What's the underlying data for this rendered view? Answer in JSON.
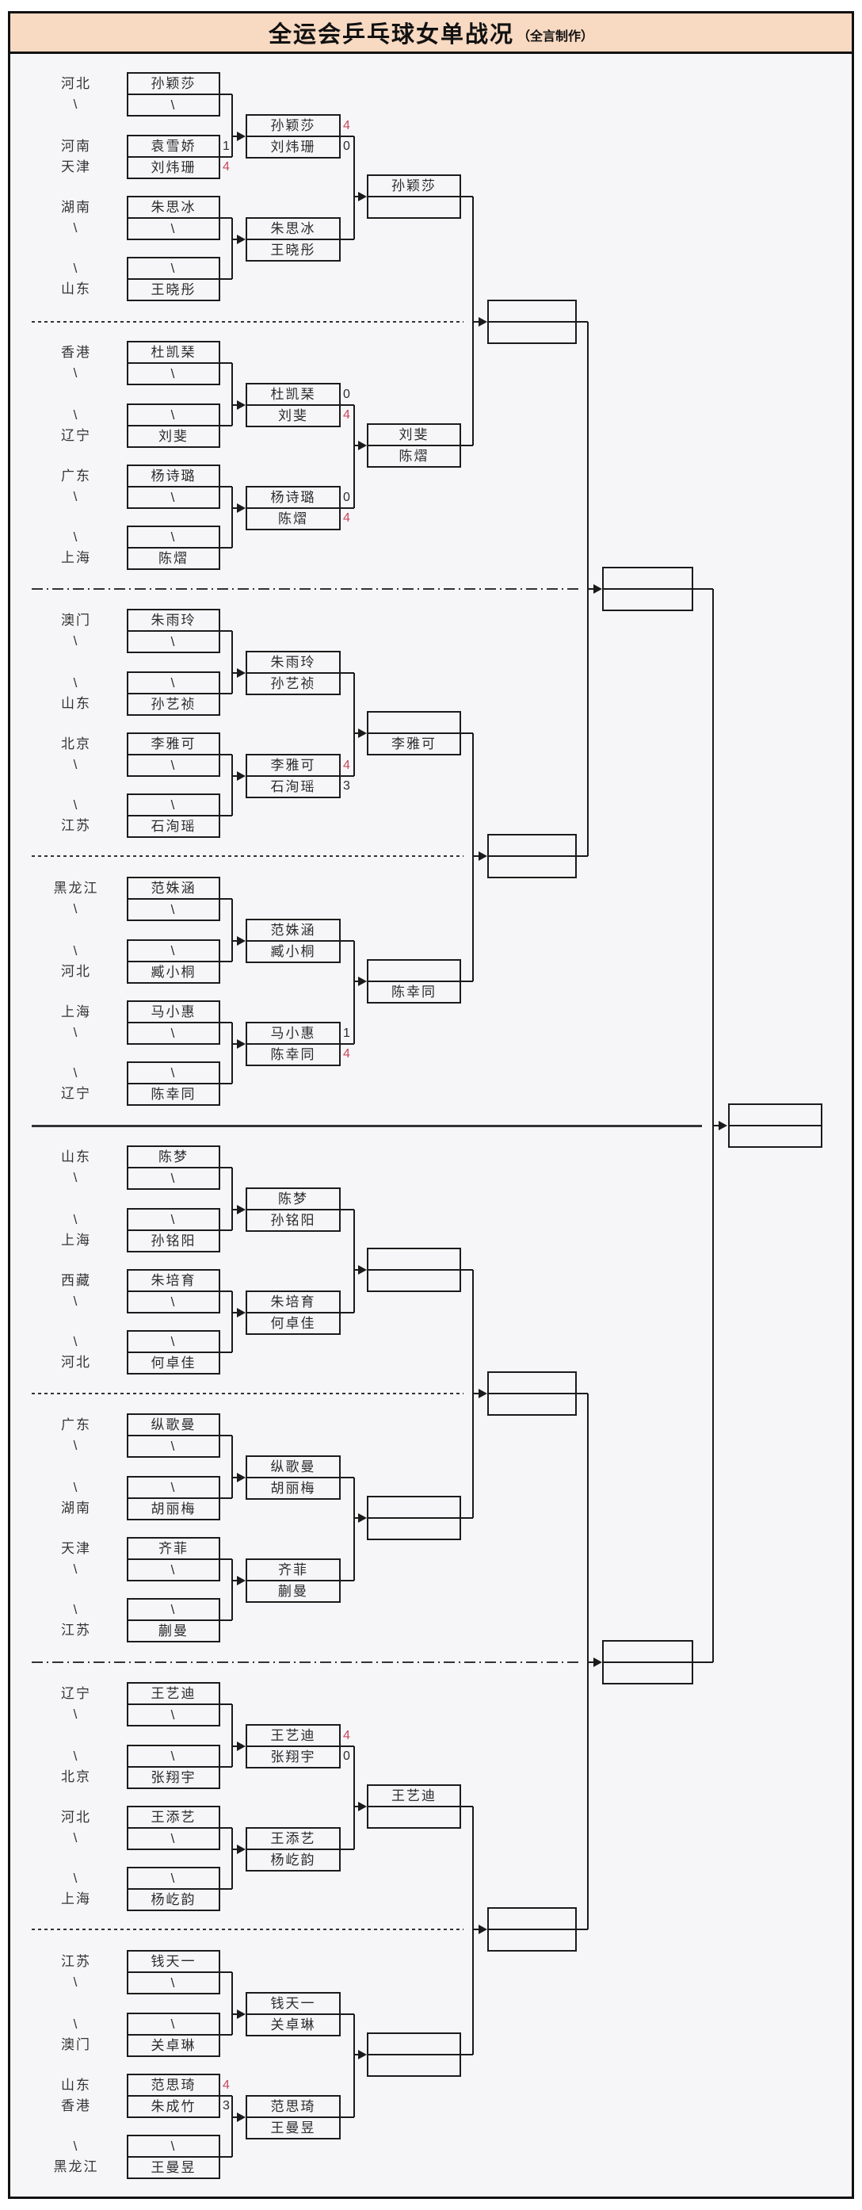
{
  "title": {
    "main": "全运会乒乓球女单战况",
    "credit": "（全言制作）"
  },
  "colors": {
    "title_bg": "#f8d9c2",
    "page_bg": "#f6f6f8",
    "line": "#1b1b1b",
    "score_win_red": "#c9485e",
    "score_normal": "#2b2b2b"
  },
  "groups": [
    {
      "labels": [
        "河北",
        "\\",
        "河南",
        "天津",
        "湖南",
        "\\",
        "\\",
        "山东"
      ],
      "round1_boxes": [
        {
          "cells": [
            "孙颖莎",
            "\\"
          ]
        },
        {
          "cells": [
            "袁雪娇",
            "刘炜珊"
          ],
          "scores": [
            "1",
            "4"
          ],
          "red": [
            false,
            true
          ]
        },
        {
          "cells": [
            "朱思冰",
            "\\"
          ]
        },
        {
          "cells": [
            "\\",
            "王晓彤"
          ]
        }
      ],
      "round2_boxes": [
        {
          "cells": [
            "孙颖莎",
            "刘炜珊"
          ],
          "scores": [
            "4",
            "0"
          ],
          "red": [
            true,
            false
          ]
        },
        {
          "cells": [
            "朱思冰",
            "王晓彤"
          ]
        }
      ],
      "round3_box": {
        "cells": [
          "孙颖莎",
          ""
        ]
      }
    },
    {
      "labels": [
        "香港",
        "\\",
        "\\",
        "辽宁",
        "广东",
        "\\",
        "\\",
        "上海"
      ],
      "round1_boxes": [
        {
          "cells": [
            "杜凯琹",
            "\\"
          ]
        },
        {
          "cells": [
            "\\",
            "刘斐"
          ]
        },
        {
          "cells": [
            "杨诗璐",
            "\\"
          ]
        },
        {
          "cells": [
            "\\",
            "陈熠"
          ]
        }
      ],
      "round2_boxes": [
        {
          "cells": [
            "杜凯琹",
            "刘斐"
          ],
          "scores": [
            "0",
            "4"
          ],
          "red": [
            false,
            true
          ]
        },
        {
          "cells": [
            "杨诗璐",
            "陈熠"
          ],
          "scores": [
            "0",
            "4"
          ],
          "red": [
            false,
            true
          ]
        }
      ],
      "round3_box": {
        "cells": [
          "刘斐",
          "陈熠"
        ]
      }
    },
    {
      "labels": [
        "澳门",
        "\\",
        "\\",
        "山东",
        "北京",
        "\\",
        "\\",
        "江苏"
      ],
      "round1_boxes": [
        {
          "cells": [
            "朱雨玲",
            "\\"
          ]
        },
        {
          "cells": [
            "\\",
            "孙艺祯"
          ]
        },
        {
          "cells": [
            "李雅可",
            "\\"
          ]
        },
        {
          "cells": [
            "\\",
            "石洵瑶"
          ]
        }
      ],
      "round2_boxes": [
        {
          "cells": [
            "朱雨玲",
            "孙艺祯"
          ]
        },
        {
          "cells": [
            "李雅可",
            "石洵瑶"
          ],
          "scores": [
            "4",
            "3"
          ],
          "red": [
            true,
            false
          ]
        }
      ],
      "round3_box": {
        "cells": [
          "",
          "李雅可"
        ]
      }
    },
    {
      "labels": [
        "黑龙江",
        "\\",
        "\\",
        "河北",
        "上海",
        "\\",
        "\\",
        "辽宁"
      ],
      "round1_boxes": [
        {
          "cells": [
            "范姝涵",
            "\\"
          ]
        },
        {
          "cells": [
            "\\",
            "臧小桐"
          ]
        },
        {
          "cells": [
            "马小惠",
            "\\"
          ]
        },
        {
          "cells": [
            "\\",
            "陈幸同"
          ]
        }
      ],
      "round2_boxes": [
        {
          "cells": [
            "范姝涵",
            "臧小桐"
          ]
        },
        {
          "cells": [
            "马小惠",
            "陈幸同"
          ],
          "scores": [
            "1",
            "4"
          ],
          "red": [
            false,
            true
          ]
        }
      ],
      "round3_box": {
        "cells": [
          "",
          "陈幸同"
        ]
      }
    },
    {
      "labels": [
        "山东",
        "\\",
        "\\",
        "上海",
        "西藏",
        "\\",
        "\\",
        "河北"
      ],
      "round1_boxes": [
        {
          "cells": [
            "陈梦",
            "\\"
          ]
        },
        {
          "cells": [
            "\\",
            "孙铭阳"
          ]
        },
        {
          "cells": [
            "朱培育",
            "\\"
          ]
        },
        {
          "cells": [
            "\\",
            "何卓佳"
          ]
        }
      ],
      "round2_boxes": [
        {
          "cells": [
            "陈梦",
            "孙铭阳"
          ]
        },
        {
          "cells": [
            "朱培育",
            "何卓佳"
          ]
        }
      ],
      "round3_box": {
        "cells": [
          "",
          ""
        ]
      }
    },
    {
      "labels": [
        "广东",
        "\\",
        "\\",
        "湖南",
        "天津",
        "\\",
        "\\",
        "江苏"
      ],
      "round1_boxes": [
        {
          "cells": [
            "纵歌曼",
            "\\"
          ]
        },
        {
          "cells": [
            "\\",
            "胡丽梅"
          ]
        },
        {
          "cells": [
            "齐菲",
            "\\"
          ]
        },
        {
          "cells": [
            "\\",
            "蒯曼"
          ]
        }
      ],
      "round2_boxes": [
        {
          "cells": [
            "纵歌曼",
            "胡丽梅"
          ]
        },
        {
          "cells": [
            "齐菲",
            "蒯曼"
          ]
        }
      ],
      "round3_box": {
        "cells": [
          "",
          ""
        ]
      }
    },
    {
      "labels": [
        "辽宁",
        "\\",
        "\\",
        "北京",
        "河北",
        "\\",
        "\\",
        "上海"
      ],
      "round1_boxes": [
        {
          "cells": [
            "王艺迪",
            "\\"
          ]
        },
        {
          "cells": [
            "\\",
            "张翔宇"
          ]
        },
        {
          "cells": [
            "王添艺",
            "\\"
          ]
        },
        {
          "cells": [
            "\\",
            "杨屹韵"
          ]
        }
      ],
      "round2_boxes": [
        {
          "cells": [
            "王艺迪",
            "张翔宇"
          ],
          "scores": [
            "4",
            "0"
          ],
          "red": [
            true,
            false
          ]
        },
        {
          "cells": [
            "王添艺",
            "杨屹韵"
          ]
        }
      ],
      "round3_box": {
        "cells": [
          "王艺迪",
          ""
        ]
      }
    },
    {
      "labels": [
        "江苏",
        "\\",
        "\\",
        "澳门",
        "山东",
        "香港",
        "\\",
        "黑龙江"
      ],
      "round1_boxes": [
        {
          "cells": [
            "钱天一",
            "\\"
          ]
        },
        {
          "cells": [
            "\\",
            "关卓琳"
          ]
        },
        {
          "cells": [
            "范思琦",
            "朱成竹"
          ],
          "scores": [
            "4",
            "3"
          ],
          "red": [
            true,
            false
          ]
        },
        {
          "cells": [
            "\\",
            "王曼昱"
          ]
        }
      ],
      "round2_boxes": [
        {
          "cells": [
            "钱天一",
            "关卓琳"
          ]
        },
        {
          "cells": [
            "范思琦",
            "王曼昱"
          ]
        }
      ],
      "round3_box": {
        "cells": [
          "",
          ""
        ]
      }
    }
  ],
  "quarterfinal_boxes": [
    {
      "cells": [
        "",
        ""
      ]
    },
    {
      "cells": [
        "",
        ""
      ]
    },
    {
      "cells": [
        "",
        ""
      ]
    },
    {
      "cells": [
        "",
        ""
      ]
    }
  ],
  "semifinal_boxes": [
    {
      "cells": [
        "",
        ""
      ]
    },
    {
      "cells": [
        "",
        ""
      ]
    }
  ],
  "final_box": {
    "cells": [
      "",
      ""
    ]
  }
}
